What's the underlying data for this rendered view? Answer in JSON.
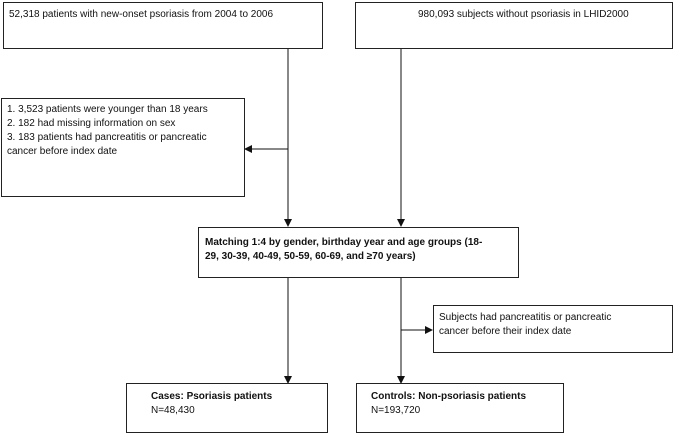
{
  "boxes": {
    "psoriasis_source": {
      "text": "52,318 patients with new-onset psoriasis from 2004 to 2006"
    },
    "control_source": {
      "text": "980,093 subjects without psoriasis in LHID2000"
    },
    "exclusions": {
      "lines": [
        "1. 3,523 patients were younger than 18 years",
        "2. 182 had missing information on sex",
        "3. 183 patients had pancreatitis or pancreatic",
        "cancer before index date"
      ]
    },
    "matching": {
      "lines": [
        "Matching 1:4 by gender, birthday year and age groups (18-",
        "29, 30-39, 40-49, 50-59, 60-69, and ≥70 years)"
      ]
    },
    "control_exclusion": {
      "lines": [
        "Subjects had pancreatitis or pancreatic",
        "cancer before their index date"
      ]
    },
    "cases": {
      "title": "Cases: Psoriasis patients",
      "count": "N=48,430"
    },
    "controls": {
      "title": "Controls: Non-psoriasis patients",
      "count": "N=193,720"
    }
  }
}
